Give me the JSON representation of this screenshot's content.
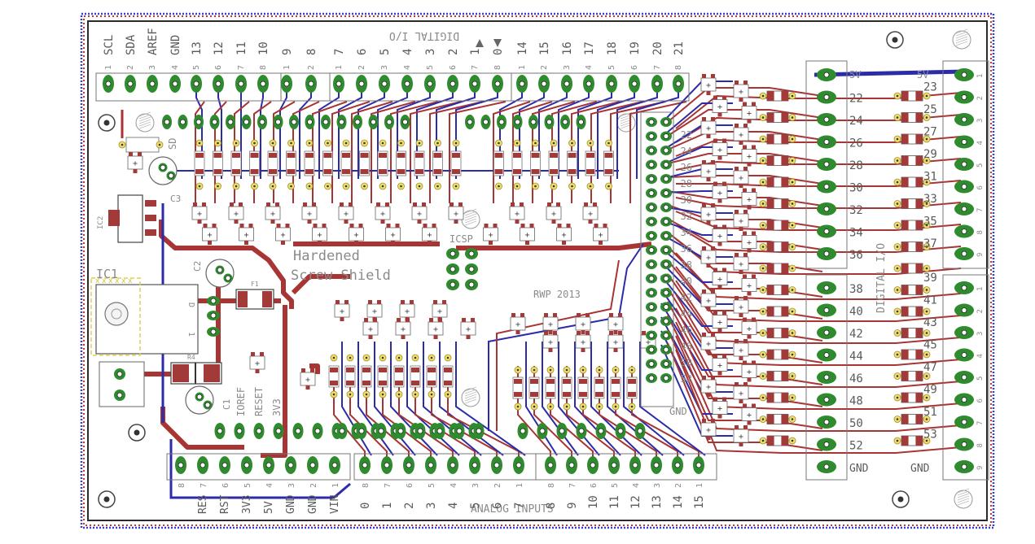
{
  "board": {
    "title_line1": "Hardened",
    "title_line2": "Screw Shield",
    "author": "RWP 2013",
    "icsp": "ICSP",
    "digital_io_top": "DIGITAL I/O",
    "digital_io_right": "DIGITAL I/O",
    "analog_inputs": "ANALOG INPUTS",
    "ic1": "IC1",
    "ic2": "IC2",
    "f1": "F1",
    "c1": "C1",
    "c2": "C2",
    "c3": "C3",
    "r4": "R4",
    "d": "D",
    "one": "1",
    "gnd_a": "GND",
    "gnd_b": "GND",
    "gnd_c": "GND",
    "fivev_a": "5V",
    "fivev_b": "5V",
    "sd": "SD",
    "power_mid": [
      "IOREF",
      "RESET",
      "3V3"
    ],
    "power_bottom": [
      "RES",
      "RST",
      "3V3",
      "5V",
      "GND",
      "GND",
      "VIN"
    ]
  },
  "colors": {
    "background": "#ffffff",
    "outline": "#2a2a2a",
    "frame_red": "#c0392b",
    "frame_blue": "#3a40c8",
    "trace_red": "#a83434",
    "trace_blue": "#2c2ca8",
    "pad_green": "#2e8b2e",
    "via_yellow": "#f0e070",
    "silk": "#8a8a8a",
    "smd_red": "#a33a3a"
  },
  "top_header": {
    "labels": [
      "SCL",
      "SDA",
      "AREF",
      "GND",
      "13",
      "12",
      "11",
      "10",
      "9",
      "8",
      "7",
      "6",
      "5",
      "4",
      "3",
      "2",
      "1",
      "0",
      "14",
      "15",
      "16",
      "17",
      "18",
      "19",
      "20",
      "21"
    ],
    "pin_numbers": [
      "1",
      "2",
      "3",
      "4",
      "5",
      "6",
      "7",
      "8",
      "1",
      "2",
      "1",
      "2",
      "3",
      "4",
      "5",
      "6",
      "7",
      "8",
      "1",
      "2",
      "3",
      "4",
      "5",
      "6",
      "7",
      "8"
    ]
  },
  "right_terminal_left": {
    "labels": [
      "5V",
      "22",
      "24",
      "26",
      "28",
      "30",
      "32",
      "34",
      "36",
      "38",
      "40",
      "42",
      "44",
      "46",
      "48",
      "50",
      "52",
      "GND"
    ]
  },
  "right_terminal_right": {
    "labels": [
      "5V",
      "23",
      "25",
      "27",
      "29",
      "31",
      "33",
      "35",
      "37",
      "39",
      "41",
      "43",
      "45",
      "47",
      "49",
      "51",
      "53",
      "GND"
    ],
    "pin_numbers": [
      "1",
      "2",
      "3",
      "4",
      "5",
      "6",
      "7",
      "8",
      "9",
      "1",
      "2",
      "3",
      "4",
      "5",
      "6",
      "7",
      "8",
      "9"
    ]
  },
  "analog_header": {
    "labels": [
      "0",
      "1",
      "2",
      "3",
      "4",
      "5",
      "6",
      "7",
      "8",
      "9",
      "10",
      "11",
      "12",
      "13",
      "14",
      "15"
    ],
    "pin_numbers": [
      "8",
      "7",
      "6",
      "5",
      "4",
      "3",
      "2",
      "1",
      "8",
      "7",
      "6",
      "5",
      "4",
      "3",
      "2",
      "1"
    ]
  },
  "power_pin_numbers": [
    "8",
    "7",
    "6",
    "5",
    "4",
    "3",
    "2",
    "1"
  ],
  "double_header": {
    "labels": [
      "22",
      "24",
      "26",
      "28",
      "30",
      "32",
      "34",
      "36",
      "38",
      "40",
      "42",
      "44",
      "46",
      "48",
      "50",
      "52",
      "GND"
    ]
  }
}
